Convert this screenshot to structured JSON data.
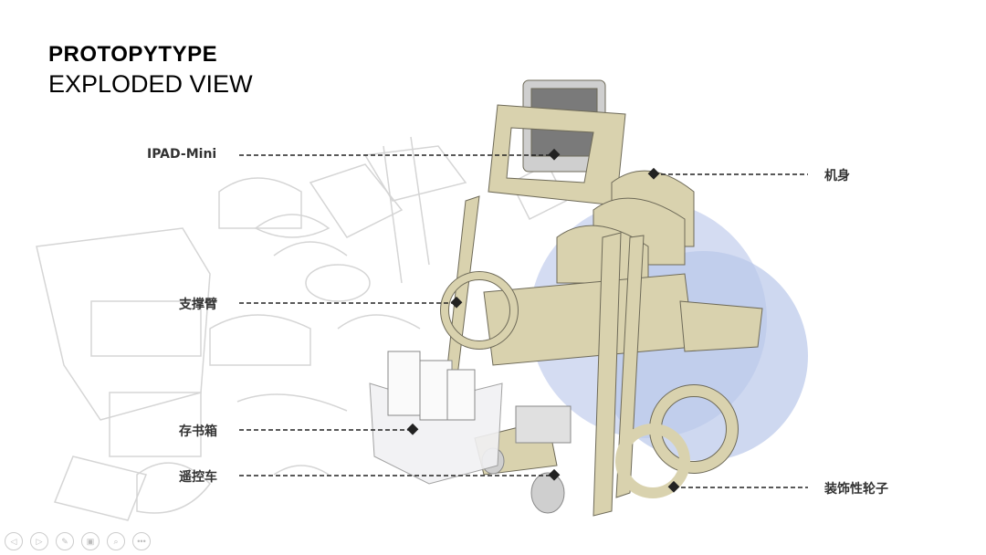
{
  "title": {
    "line1": "PROTOPYTYPE",
    "line2": "EXPLODED VIEW"
  },
  "labels": {
    "ipad": "IPAD-Mini",
    "body": "机身",
    "arm": "支撑臂",
    "bookbox": "存书箱",
    "rc_car": "遥控车",
    "wheels": "装饰性轮子"
  },
  "controls": [
    {
      "name": "previous-icon",
      "glyph": "◁"
    },
    {
      "name": "next-icon",
      "glyph": "▷"
    },
    {
      "name": "pen-icon",
      "glyph": "✎"
    },
    {
      "name": "slides-icon",
      "glyph": "▣"
    },
    {
      "name": "zoom-icon",
      "glyph": "⌕"
    },
    {
      "name": "more-icon",
      "glyph": "•••"
    }
  ],
  "colors": {
    "panel": "#d9d2ae",
    "circle": "#bcc9e8",
    "leader": "#222222"
  }
}
